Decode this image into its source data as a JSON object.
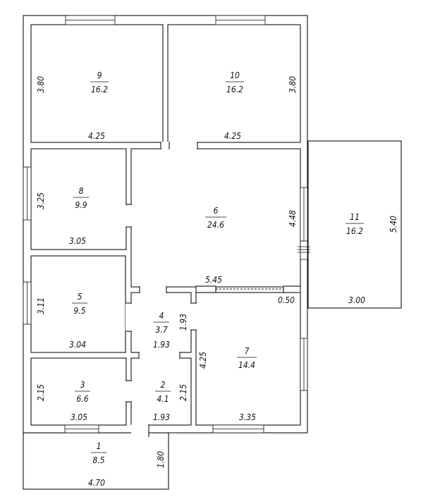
{
  "rooms": [
    {
      "id": "r9",
      "number": "9",
      "area": "16.2"
    },
    {
      "id": "r10",
      "number": "10",
      "area": "16.2"
    },
    {
      "id": "r8",
      "number": "8",
      "area": "9.9"
    },
    {
      "id": "r6",
      "number": "6",
      "area": "24.6"
    },
    {
      "id": "r11",
      "number": "11",
      "area": "16.2"
    },
    {
      "id": "r5",
      "number": "5",
      "area": "9.5"
    },
    {
      "id": "r4",
      "number": "4",
      "area": "3.7"
    },
    {
      "id": "r7",
      "number": "7",
      "area": "14.4"
    },
    {
      "id": "r3",
      "number": "3",
      "area": "6.6"
    },
    {
      "id": "r2",
      "number": "2",
      "area": "4.1"
    },
    {
      "id": "r1",
      "number": "1",
      "area": "8.5"
    }
  ],
  "dimensions": {
    "r9_width": "4.25",
    "r9_depth": "3.80",
    "r10_width": "4.25",
    "r10_depth": "3.80",
    "r8_width": "3.05",
    "r8_depth": "3.25",
    "r6_width": "5.45",
    "r6_depth": "4.48",
    "r11_width": "3.00",
    "r11_depth": "5.40",
    "r5_width": "3.04",
    "r5_depth": "3.11",
    "r4_width": "1.93",
    "r4_depth": "1.93",
    "r7_width": "3.35",
    "r7_depth": "4.25",
    "r3_width": "3.05",
    "r3_depth": "2.15",
    "r2_width": "1.93",
    "r2_depth": "2.15",
    "r1_width": "4.70",
    "r1_depth": "1.80",
    "opening": "0.50"
  }
}
